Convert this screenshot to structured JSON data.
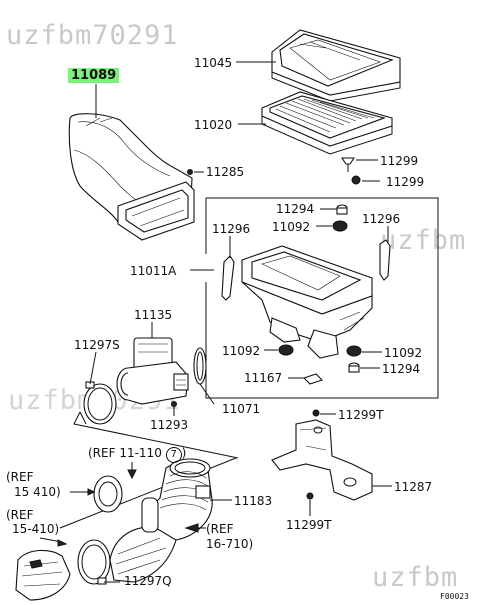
{
  "watermarks": {
    "top_left": "uzfbm70291",
    "mid_left": "uzfbm70291",
    "right_mid": "uzfbm",
    "bottom_right": "uzfbm"
  },
  "figure_code": "F00023",
  "highlighted_part": "11089",
  "labels": {
    "p11045": "11045",
    "p11020": "11020",
    "p11299_a": "11299",
    "p11299_b": "11299",
    "p11285": "11285",
    "p11294_a": "11294",
    "p11092_a": "11092",
    "p11296_a": "11296",
    "p11296_b": "11296",
    "p11011a": "11011A",
    "p11135": "11135",
    "p11297s": "11297S",
    "p11092_b": "11092",
    "p11092_c": "11092",
    "p11167": "11167",
    "p11294_b": "11294",
    "p11071": "11071",
    "p11293": "11293",
    "p11299t_a": "11299T",
    "p11287": "11287",
    "p11183": "11183",
    "p11299t_b": "11299T",
    "p11297q": "11297Q"
  },
  "references": {
    "ref_11110_prefix": "(REF 11-110",
    "ref_11110_circled": "7",
    "ref_11110_suffix": ")",
    "ref_15410_line1": "(REF",
    "ref_15410_line2": "15 410)",
    "ref_15410b_line1": "(REF",
    "ref_15410b_line2": "15-410)",
    "ref_16710_line1": "(REF",
    "ref_16710_line2": "16-710)"
  }
}
